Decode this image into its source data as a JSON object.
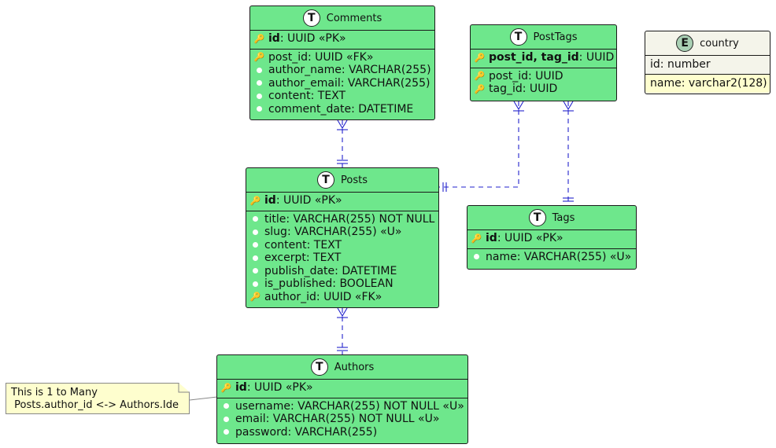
{
  "entities": {
    "comments": {
      "title": "Comments",
      "badge": "T",
      "pk": [
        {
          "name": "id",
          "type": ": UUID «PK»"
        }
      ],
      "fields": [
        {
          "kind": "fk",
          "text": "post_id: UUID «FK»"
        },
        {
          "kind": "field",
          "text": "author_name: VARCHAR(255)"
        },
        {
          "kind": "field",
          "text": "author_email: VARCHAR(255)"
        },
        {
          "kind": "field",
          "text": "content: TEXT"
        },
        {
          "kind": "field",
          "text": "comment_date: DATETIME"
        }
      ]
    },
    "posttags": {
      "title": "PostTags",
      "badge": "T",
      "pk": [
        {
          "name": "post_id, tag_id",
          "type": ": UUID"
        }
      ],
      "fields": [
        {
          "kind": "fk",
          "text": "post_id: UUID"
        },
        {
          "kind": "fk",
          "text": "tag_id: UUID"
        }
      ]
    },
    "country": {
      "title": "country",
      "badge": "E",
      "fields_top": [
        "id: number"
      ],
      "fields_bottom": [
        "name: varchar2(128)"
      ]
    },
    "posts": {
      "title": "Posts",
      "badge": "T",
      "pk": [
        {
          "name": "id",
          "type": ": UUID «PK»"
        }
      ],
      "fields": [
        {
          "kind": "field",
          "text": "title: VARCHAR(255) NOT NULL"
        },
        {
          "kind": "field",
          "text": "slug: VARCHAR(255) «U»"
        },
        {
          "kind": "field",
          "text": "content: TEXT"
        },
        {
          "kind": "field",
          "text": "excerpt: TEXT"
        },
        {
          "kind": "field",
          "text": "publish_date: DATETIME"
        },
        {
          "kind": "field",
          "text": "is_published: BOOLEAN"
        },
        {
          "kind": "fk",
          "text": "author_id: UUID «FK»"
        }
      ]
    },
    "tags": {
      "title": "Tags",
      "badge": "T",
      "pk": [
        {
          "name": "id",
          "type": ": UUID «PK»"
        }
      ],
      "fields": [
        {
          "kind": "field",
          "text": "name: VARCHAR(255) «U»"
        }
      ]
    },
    "authors": {
      "title": "Authors",
      "badge": "T",
      "pk": [
        {
          "name": "id",
          "type": ": UUID «PK»"
        }
      ],
      "fields": [
        {
          "kind": "field",
          "text": "username: VARCHAR(255) NOT NULL «U»"
        },
        {
          "kind": "field",
          "text": "email: VARCHAR(255) NOT NULL «U»"
        },
        {
          "kind": "field",
          "text": "password: VARCHAR(255)"
        }
      ]
    }
  },
  "note": {
    "line1": "This is 1 to Many",
    "line2": " Posts.author_id <-> Authors.Ide"
  },
  "colors": {
    "table_fill": "#6ee78c",
    "entity_fill": "#f4f4ea",
    "note_fill": "#fefece",
    "link": "#2222cc",
    "pk_key": "#b8860b",
    "fk_key": "#a7a7a7"
  }
}
